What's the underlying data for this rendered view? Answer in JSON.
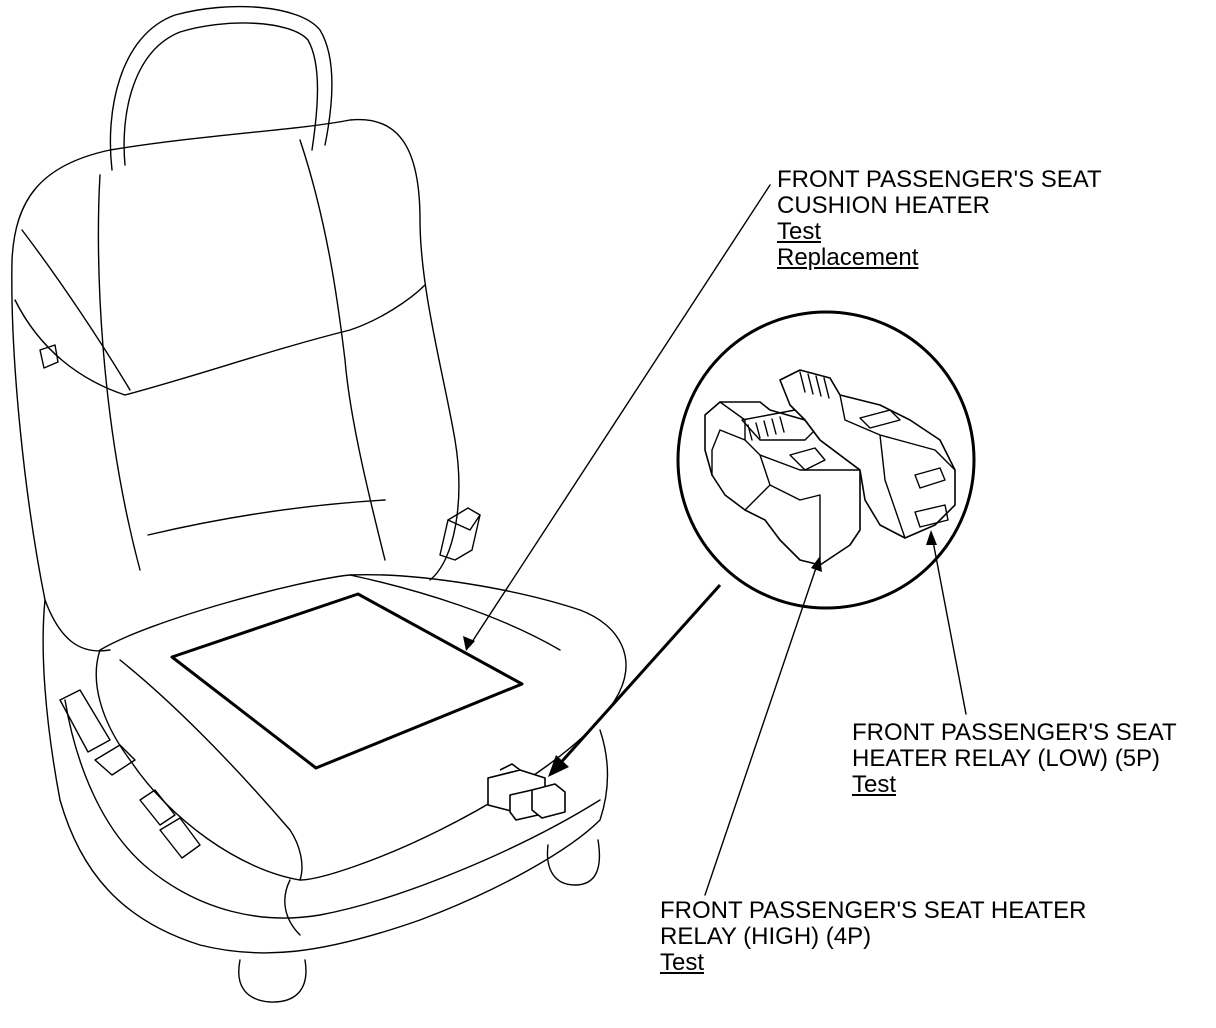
{
  "callouts": {
    "cushion_heater": {
      "line1": "FRONT PASSENGER'S SEAT",
      "line2": "CUSHION HEATER",
      "links": [
        "Test",
        "Replacement"
      ]
    },
    "relay_low": {
      "line1": "FRONT PASSENGER'S SEAT",
      "line2": "HEATER RELAY (LOW) (5P)",
      "links": [
        "Test"
      ]
    },
    "relay_high": {
      "line1": "FRONT PASSENGER'S SEAT HEATER",
      "line2": "RELAY (HIGH) (4P)",
      "links": [
        "Test"
      ]
    }
  },
  "colors": {
    "line": "#000000",
    "background": "#ffffff"
  }
}
